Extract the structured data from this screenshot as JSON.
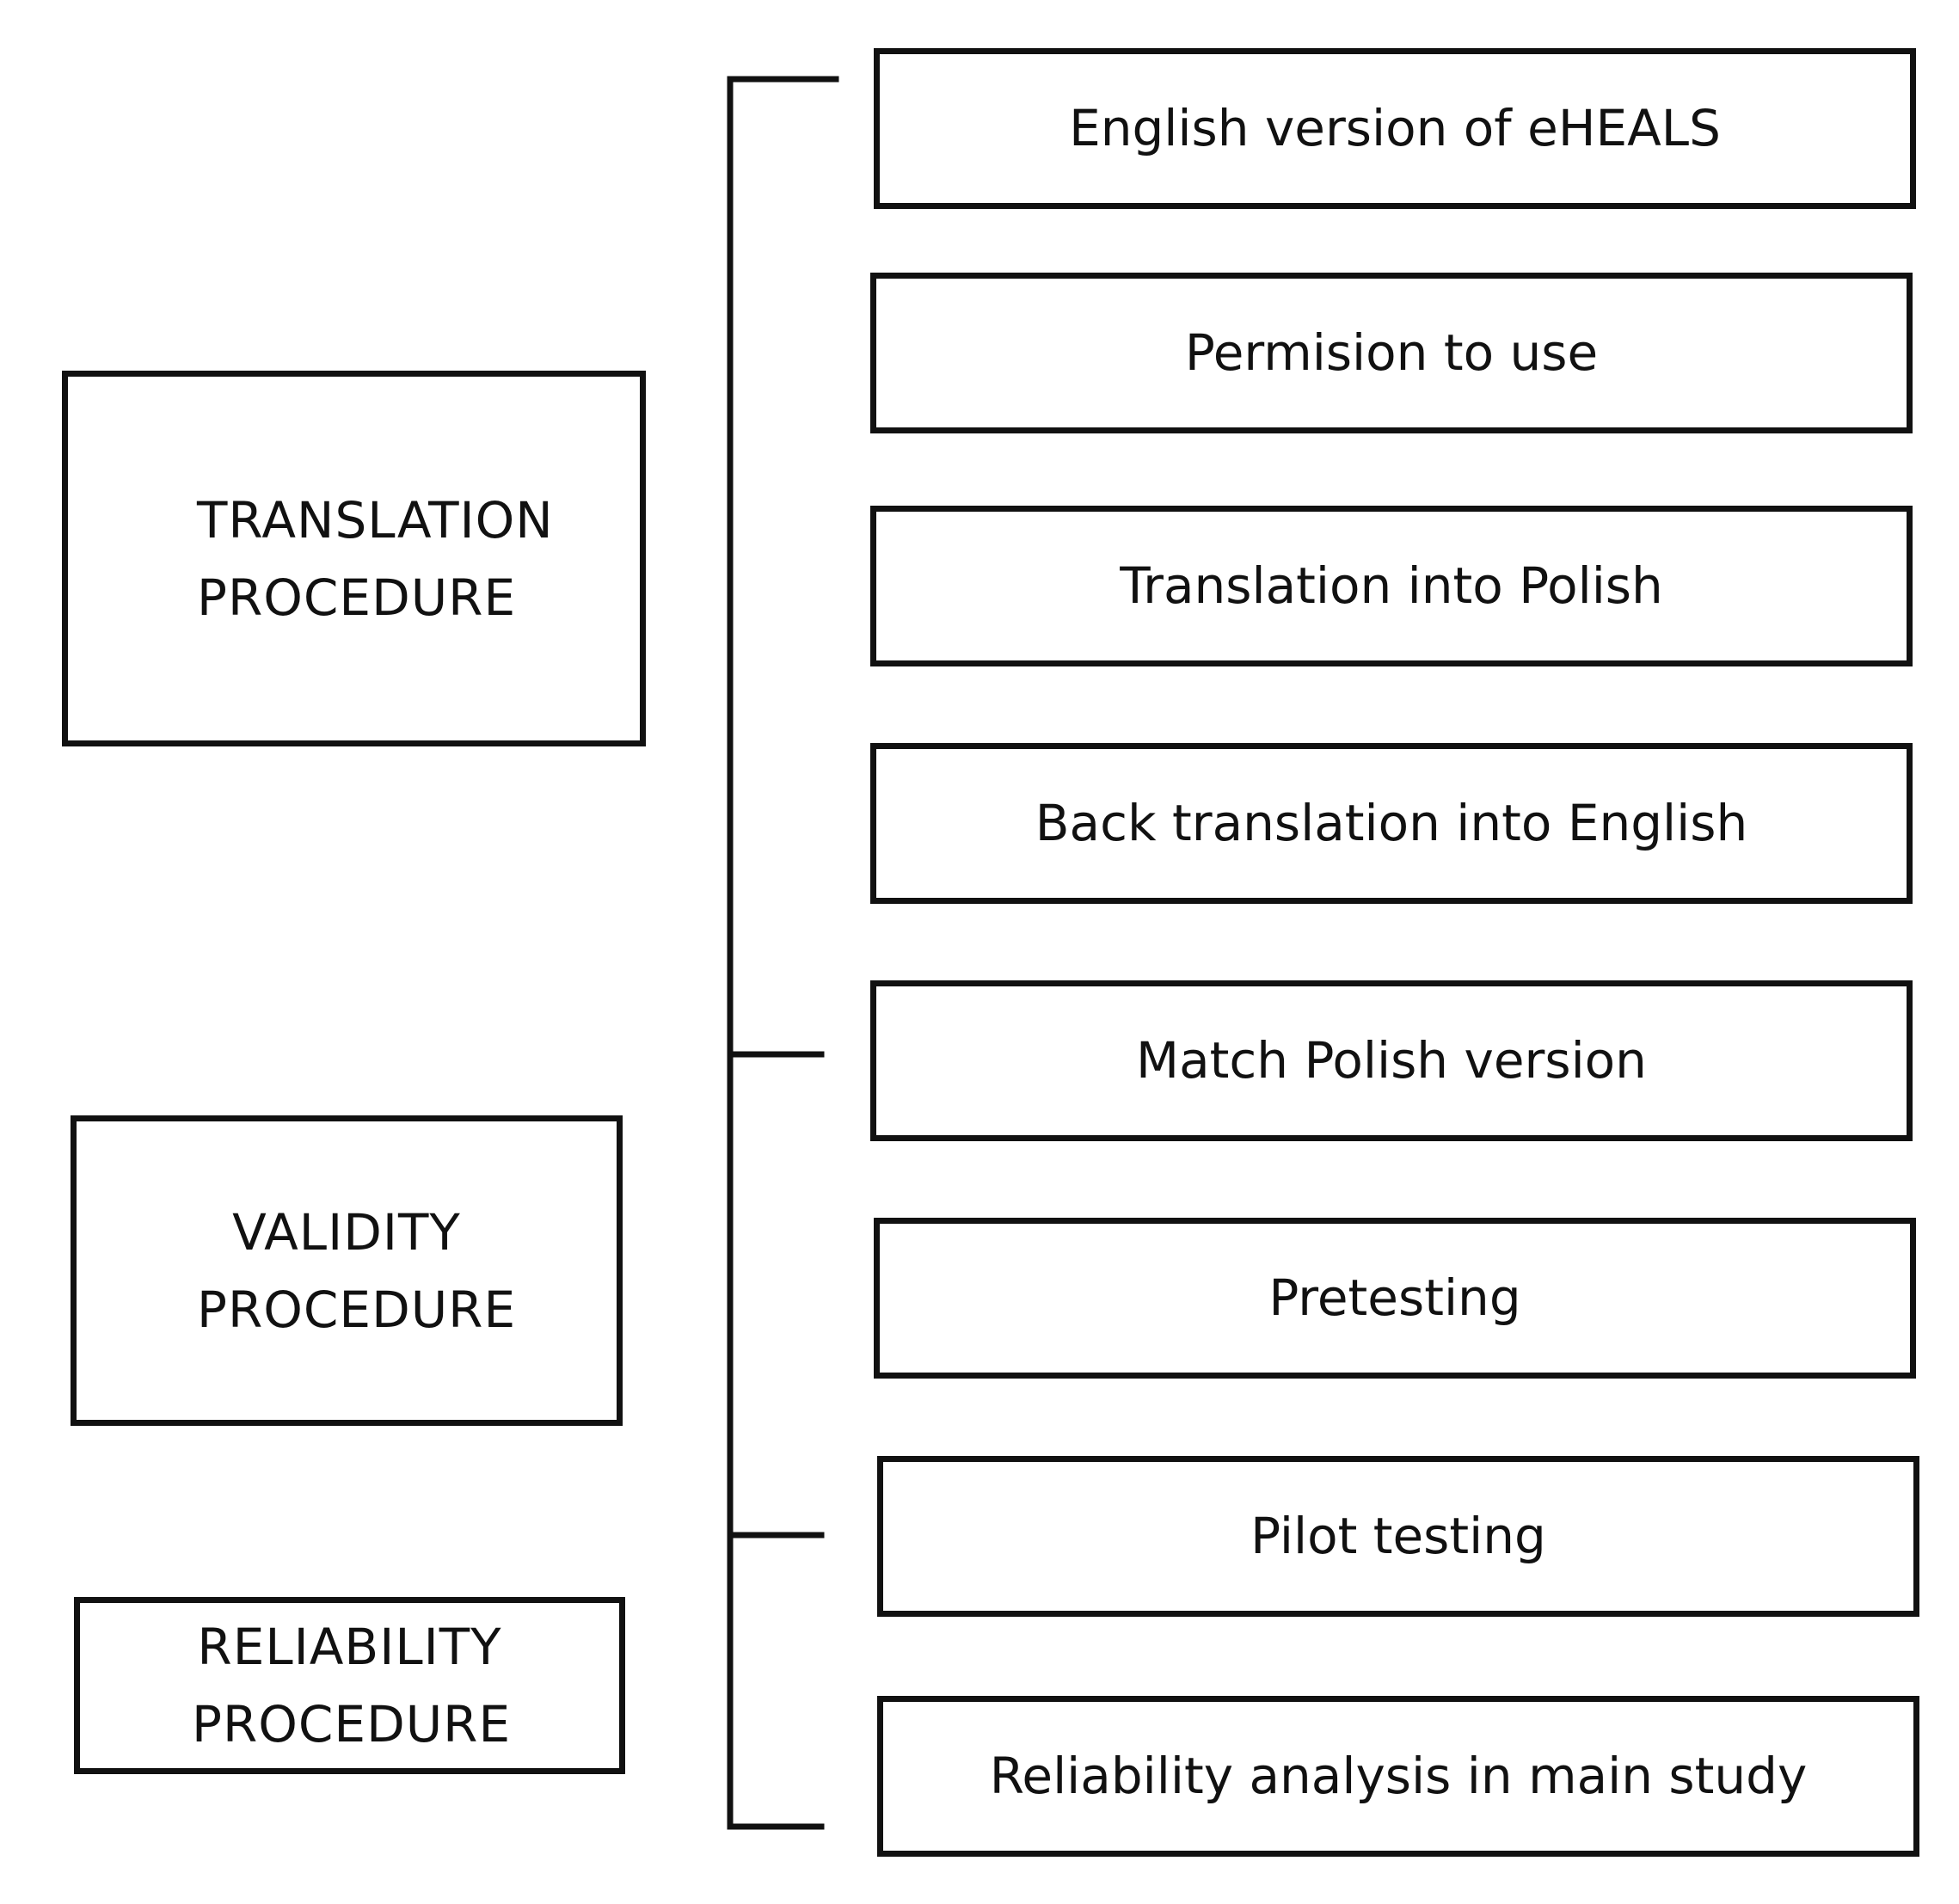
{
  "diagram": {
    "phases": [
      {
        "id": "translation",
        "label": "TRANSLATION PROCEDURE"
      },
      {
        "id": "validity",
        "label": "VALIDITY PROCEDURE"
      },
      {
        "id": "reliability",
        "label": "RELIABILITY PROCEDURE"
      }
    ],
    "steps": [
      {
        "label": "English version of eHEALS"
      },
      {
        "label": "Permision to use"
      },
      {
        "label": "Translation into Polish"
      },
      {
        "label": "Back translation into English"
      },
      {
        "label": "Match Polish version"
      },
      {
        "label": "Pretesting"
      },
      {
        "label": "Pilot testing"
      },
      {
        "label": "Reliability analysis in main study"
      }
    ]
  }
}
